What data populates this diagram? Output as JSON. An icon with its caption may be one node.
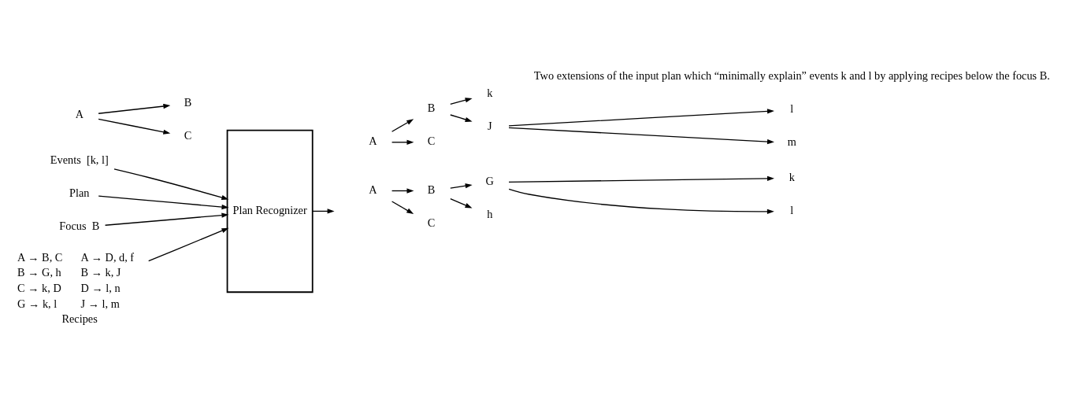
{
  "diagram": {
    "nodes": [
      {
        "text": [
          "Events  [k, l]"
        ]
      },
      {
        "text": [
          "Plan"
        ]
      },
      {
        "text": [
          "A"
        ]
      },
      {
        "text": [
          "B"
        ]
      },
      {
        "text": [
          "C"
        ]
      },
      {
        "text": [
          "Focus  B"
        ]
      },
      {
        "text": [
          "A → B, C",
          "A → D, d, f",
          "B → G, h",
          "B → k, J",
          "C → k, D",
          "D → l, n",
          "G → k, l",
          "J → l, m",
          "Recipes"
        ]
      },
      {
        "text": [
          "Plan Recognizer"
        ]
      },
      {
        "text": [
          "A"
        ]
      },
      {
        "text": [
          "B"
        ]
      },
      {
        "text": [
          "C"
        ]
      },
      {
        "text": [
          "G"
        ]
      },
      {
        "text": [
          "h"
        ]
      },
      {
        "text": [
          "k"
        ]
      },
      {
        "text": [
          "l"
        ]
      },
      {
        "text": [
          "A"
        ]
      },
      {
        "text": [
          "B"
        ]
      },
      {
        "text": [
          "C"
        ]
      },
      {
        "text": [
          "k"
        ]
      },
      {
        "text": [
          "J"
        ]
      },
      {
        "text": [
          "l"
        ]
      },
      {
        "text": [
          "m"
        ]
      }
    ],
    "edges": [
      {
        "from": 0,
        "to": 7,
        "arrow": "to"
      },
      {
        "from": 2,
        "to": 3,
        "arrow": "to"
      },
      {
        "from": 2,
        "to": 4,
        "arrow": "to"
      },
      {
        "from": 1,
        "to": 7,
        "arrow": "to"
      },
      {
        "from": 5,
        "to": 7,
        "arrow": "to"
      },
      {
        "from": 6,
        "to": 7,
        "arrow": "to"
      },
      {
        "from": 7,
        "to": null,
        "arrow": "to"
      },
      {
        "from": 8,
        "to": 9,
        "arrow": "to"
      },
      {
        "from": 8,
        "to": 10,
        "arrow": "to"
      },
      {
        "from": 9,
        "to": 11,
        "arrow": "to"
      },
      {
        "from": 9,
        "to": 12,
        "arrow": "to"
      },
      {
        "from": 11,
        "to": 13,
        "arrow": "to"
      },
      {
        "from": 11,
        "to": 14,
        "arrow": "to"
      },
      {
        "from": 15,
        "to": 16,
        "arrow": "to"
      },
      {
        "from": 15,
        "to": 17,
        "arrow": "to"
      },
      {
        "from": 16,
        "to": 18,
        "arrow": "to"
      },
      {
        "from": 16,
        "to": 19,
        "arrow": "to"
      },
      {
        "from": 19,
        "to": 20,
        "arrow": "to"
      },
      {
        "from": 19,
        "to": 21,
        "arrow": "to"
      }
    ],
    "labels": [
      "Two extensions of the input plan which “minimally explain” events k and l by applying recipes below the focus B."
    ]
  }
}
